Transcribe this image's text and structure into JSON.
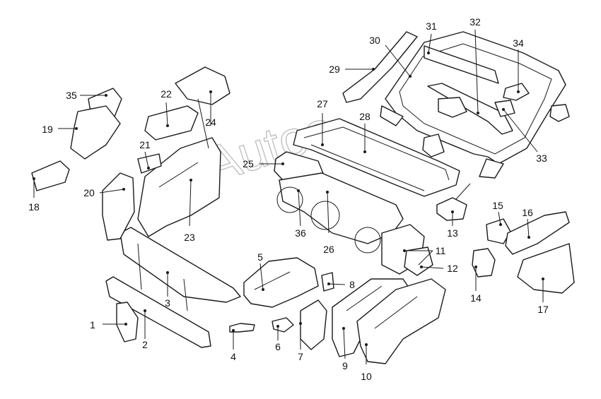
{
  "diagram": {
    "watermark": "Autos",
    "callouts": [
      {
        "id": "1",
        "label": "1"
      },
      {
        "id": "2",
        "label": "2"
      },
      {
        "id": "3",
        "label": "3"
      },
      {
        "id": "4",
        "label": "4"
      },
      {
        "id": "5",
        "label": "5"
      },
      {
        "id": "6",
        "label": "6"
      },
      {
        "id": "7",
        "label": "7"
      },
      {
        "id": "8",
        "label": "8"
      },
      {
        "id": "9",
        "label": "9"
      },
      {
        "id": "10",
        "label": "10"
      },
      {
        "id": "11",
        "label": "11"
      },
      {
        "id": "12",
        "label": "12"
      },
      {
        "id": "13",
        "label": "13"
      },
      {
        "id": "14",
        "label": "14"
      },
      {
        "id": "15",
        "label": "15"
      },
      {
        "id": "16",
        "label": "16"
      },
      {
        "id": "17",
        "label": "17"
      },
      {
        "id": "18",
        "label": "18"
      },
      {
        "id": "19",
        "label": "19"
      },
      {
        "id": "20",
        "label": "20"
      },
      {
        "id": "21",
        "label": "21"
      },
      {
        "id": "22",
        "label": "22"
      },
      {
        "id": "23",
        "label": "23"
      },
      {
        "id": "24",
        "label": "24"
      },
      {
        "id": "25",
        "label": "25"
      },
      {
        "id": "26",
        "label": "26"
      },
      {
        "id": "27",
        "label": "27"
      },
      {
        "id": "28",
        "label": "28"
      },
      {
        "id": "29",
        "label": "29"
      },
      {
        "id": "30",
        "label": "30"
      },
      {
        "id": "31",
        "label": "31"
      },
      {
        "id": "32",
        "label": "32"
      },
      {
        "id": "33",
        "label": "33"
      },
      {
        "id": "34",
        "label": "34"
      },
      {
        "id": "35",
        "label": "35"
      },
      {
        "id": "36",
        "label": "36"
      }
    ]
  }
}
